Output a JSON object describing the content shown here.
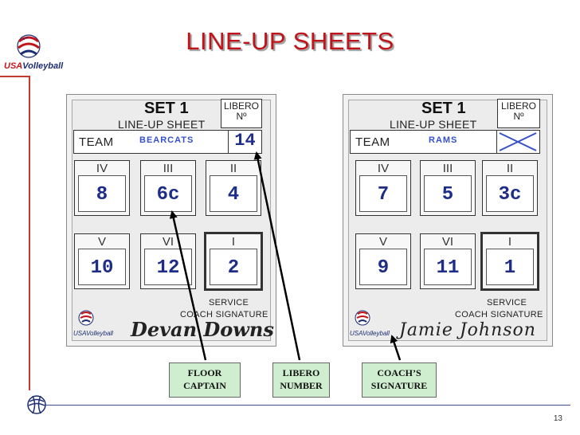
{
  "title": "LINE-UP SHEETS",
  "logo": {
    "usa": "USA",
    "volleyball": "Volleyball"
  },
  "sheets": [
    {
      "set": "SET 1",
      "subtitle": "LINE-UP SHEET",
      "libero_label": "LIBERO",
      "libero_no": "Nº",
      "team_label": "TEAM",
      "team_name": "BEARCATS",
      "libero_number": "14",
      "rows": [
        [
          {
            "roman": "IV",
            "value": "8"
          },
          {
            "roman": "III",
            "value": "6c"
          },
          {
            "roman": "II",
            "value": "4"
          }
        ],
        [
          {
            "roman": "V",
            "value": "10"
          },
          {
            "roman": "VI",
            "value": "12"
          },
          {
            "roman": "I",
            "value": "2"
          }
        ]
      ],
      "service_label": "SERVICE",
      "coach_signature_label": "COACH SIGNATURE",
      "signature": "Devan Downs",
      "usav": "USAVolleyball"
    },
    {
      "set": "SET 1",
      "subtitle": "LINE-UP SHEET",
      "libero_label": "LIBERO",
      "libero_no": "Nº",
      "team_label": "TEAM",
      "team_name": "RAMS",
      "libero_number": "",
      "rows": [
        [
          {
            "roman": "IV",
            "value": "7"
          },
          {
            "roman": "III",
            "value": "5"
          },
          {
            "roman": "II",
            "value": "3c"
          }
        ],
        [
          {
            "roman": "V",
            "value": "9"
          },
          {
            "roman": "VI",
            "value": "11"
          },
          {
            "roman": "I",
            "value": "1"
          }
        ]
      ],
      "service_label": "SERVICE",
      "coach_signature_label": "COACH SIGNATURE",
      "signature": "Jamie Johnson",
      "usav": "USAVolleyball"
    }
  ],
  "callouts": {
    "floor_captain": [
      "FLOOR",
      "CAPTAIN"
    ],
    "libero_number": [
      "LIBERO",
      "NUMBER"
    ],
    "coach_signature": [
      "COACH’S",
      "SIGNATURE"
    ]
  },
  "page_number": "13",
  "colors": {
    "title": "#c0141a",
    "numbers": "#1d2d88",
    "team": "#3550c8",
    "callout_bg": "#cfeecf",
    "accent_rule": "#c63a2b"
  }
}
